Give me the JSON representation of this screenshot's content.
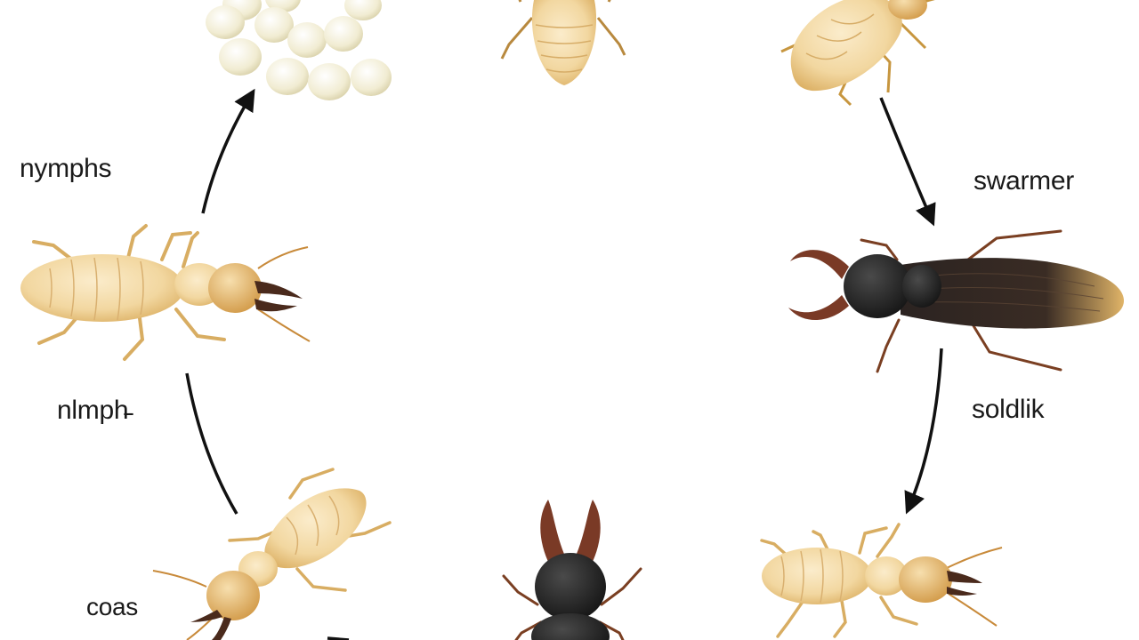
{
  "labels": {
    "nymphs": "nymphs",
    "swarmer": "swarmer",
    "nlmphs": "nlmph̵",
    "soldlik": "soldlik",
    "coas": "coas"
  },
  "colors": {
    "background": "#ffffff",
    "arrow": "#111111",
    "pale_body": "#f2d7a0",
    "pale_body_dark": "#d9ab5c",
    "egg": "#f3f0d8",
    "dark_body": "#222222",
    "mandible": "#7a3a26"
  },
  "stages": [
    {
      "id": "eggs",
      "icon": "egg-cluster-icon"
    },
    {
      "id": "larva-top",
      "icon": "larva-icon"
    },
    {
      "id": "nymph-top-right",
      "icon": "nymph-icon"
    },
    {
      "id": "worker-left",
      "icon": "worker-termite-icon"
    },
    {
      "id": "swarmer",
      "icon": "winged-termite-icon"
    },
    {
      "id": "worker-bottom-left",
      "icon": "worker-termite-icon"
    },
    {
      "id": "soldier-bottom",
      "icon": "soldier-termite-icon"
    },
    {
      "id": "worker-bottom-right",
      "icon": "worker-termite-icon"
    }
  ]
}
